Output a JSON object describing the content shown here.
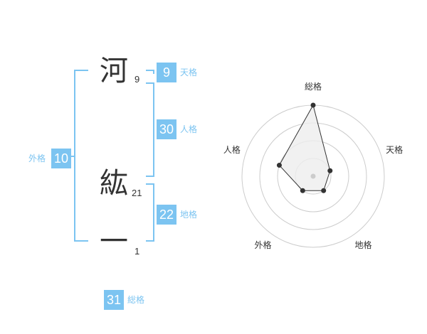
{
  "name": {
    "characters": [
      {
        "char": "河",
        "strokes": "9"
      },
      {
        "char": "紘",
        "strokes": "21"
      },
      {
        "char": "一",
        "strokes": "1"
      }
    ]
  },
  "fortune": {
    "tenkaku": {
      "value": "9",
      "label": "天格"
    },
    "jinkaku": {
      "value": "30",
      "label": "人格"
    },
    "chikaku": {
      "value": "22",
      "label": "地格"
    },
    "gaikaku": {
      "value": "10",
      "label": "外格"
    },
    "soukaku": {
      "value": "31",
      "label": "総格"
    }
  },
  "chart_data": {
    "type": "radar",
    "axes": [
      "総格",
      "天格",
      "地格",
      "外格",
      "人格"
    ],
    "values": [
      4,
      1,
      1,
      1,
      2
    ],
    "rmax": 4,
    "rings": 4,
    "grid": true,
    "colors": {
      "fill": "#eeeeee",
      "stroke": "#333333",
      "grid": "#cccccc",
      "center": "#cccccc"
    }
  }
}
